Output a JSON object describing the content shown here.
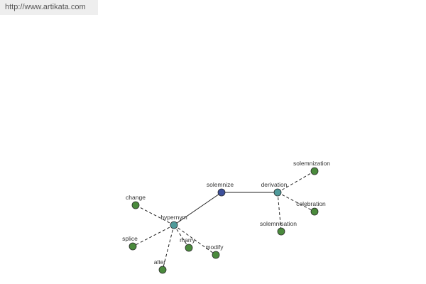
{
  "header": {
    "url": "http://www.artikata.com"
  },
  "colors": {
    "leaf_node": "#4a8a3c",
    "relation_node": "#4f9a9a",
    "center_node": "#3c4f9a",
    "edge": "#222222",
    "url_bar": "#eeeeee"
  },
  "graph": {
    "center": {
      "id": "solemnize",
      "label": "solemnize"
    },
    "relations": [
      {
        "id": "hypernym",
        "label": "hypernym",
        "connects": "solemnize"
      },
      {
        "id": "derivation",
        "label": "derivation",
        "connects": "solemnize"
      }
    ],
    "terms": [
      {
        "id": "change",
        "label": "change",
        "relation": "hypernym"
      },
      {
        "id": "splice",
        "label": "splice",
        "relation": "hypernym"
      },
      {
        "id": "alter",
        "label": "alter",
        "relation": "hypernym"
      },
      {
        "id": "marry",
        "label": "marry",
        "relation": "hypernym"
      },
      {
        "id": "modify",
        "label": "modify",
        "relation": "hypernym"
      },
      {
        "id": "solemnization",
        "label": "solemnization",
        "relation": "derivation"
      },
      {
        "id": "celebration",
        "label": "celebration",
        "relation": "derivation"
      },
      {
        "id": "solemnisation",
        "label": "solemnisation",
        "relation": "derivation"
      }
    ]
  }
}
